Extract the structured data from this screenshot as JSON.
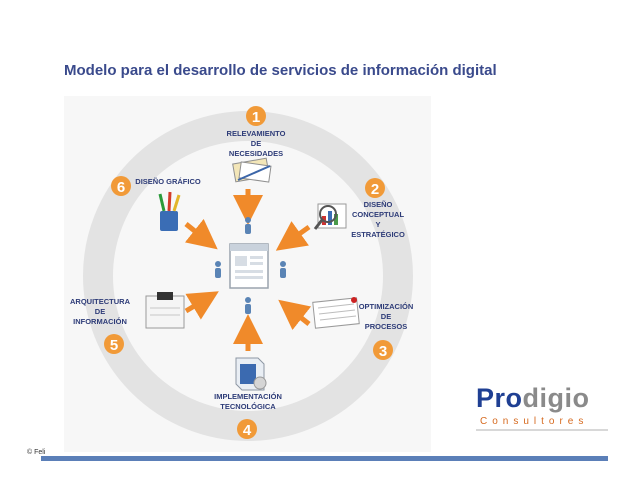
{
  "slide": {
    "title": "Modelo para el desarrollo de servicios de información digital",
    "copyright": "© Feli"
  },
  "logo": {
    "main_part1": "Pro",
    "main_part2": "digio",
    "sub": "Consultores",
    "colors": {
      "blue": "#1f3f93",
      "gray": "#8a8a8a",
      "orange": "#d66a1f"
    }
  },
  "diagram": {
    "accent_color": "#f19a38",
    "steps": [
      {
        "number": "1",
        "lines": [
          "RELEVAMIENTO",
          "DE",
          "NECESIDADES"
        ],
        "icon": "documents-stack-icon"
      },
      {
        "number": "2",
        "lines": [
          "DISEÑO",
          "CONCEPTUAL",
          "Y",
          "ESTRATÉGICO"
        ],
        "icon": "magnifier-chart-icon"
      },
      {
        "number": "3",
        "lines": [
          "OPTIMIZACIÓN",
          "DE",
          "PROCESOS"
        ],
        "icon": "process-document-icon"
      },
      {
        "number": "4",
        "lines": [
          "IMPLEMENTACIÓN",
          "TECNOLÓGICA"
        ],
        "icon": "software-box-icon"
      },
      {
        "number": "5",
        "lines": [
          "ARQUITECTURA",
          "DE",
          "INFORMACIÓN"
        ],
        "icon": "clipboard-icon"
      },
      {
        "number": "6",
        "lines": [
          "DISEÑO GRÁFICO"
        ],
        "icon": "pencil-cup-icon"
      }
    ],
    "center_icon": "browser-window-icon"
  }
}
